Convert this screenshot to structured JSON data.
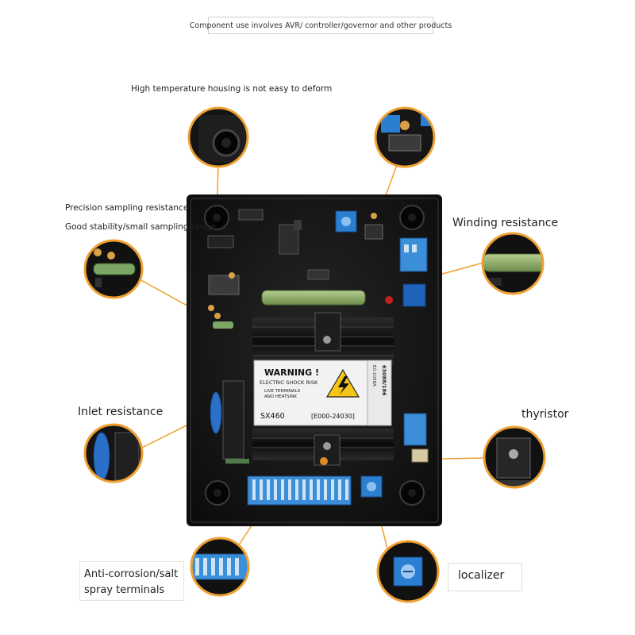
{
  "banner": "Component use involves AVR/ controller/governor and other products",
  "labels": {
    "housing": "High temperature housing is not easy to deform",
    "precision": "Precision sampling resistance",
    "stability": "Good stability/small sampling range",
    "winding": "Winding resistance",
    "inlet": "Inlet resistance",
    "thyristor": "thyristor",
    "anticorrosion_line1": "Anti-corrosion/salt",
    "anticorrosion_line2": "spray terminals",
    "localizer": "localizer"
  },
  "warning_label": {
    "title": "WARNING !",
    "line1": "ELECTRIC SHOCK RISK",
    "line2": "LIVE TERMINALS",
    "line3": "AND HEATSINK",
    "model": "SX460",
    "part_number": "[E000-24030]",
    "side_code": "E0-1008A",
    "serial": "63088/186"
  },
  "colors": {
    "accent_orange": "#f0a030",
    "board_black": "#151515",
    "terminal_blue": "#3a8fd8",
    "resistor_green": "#8fae6a"
  }
}
